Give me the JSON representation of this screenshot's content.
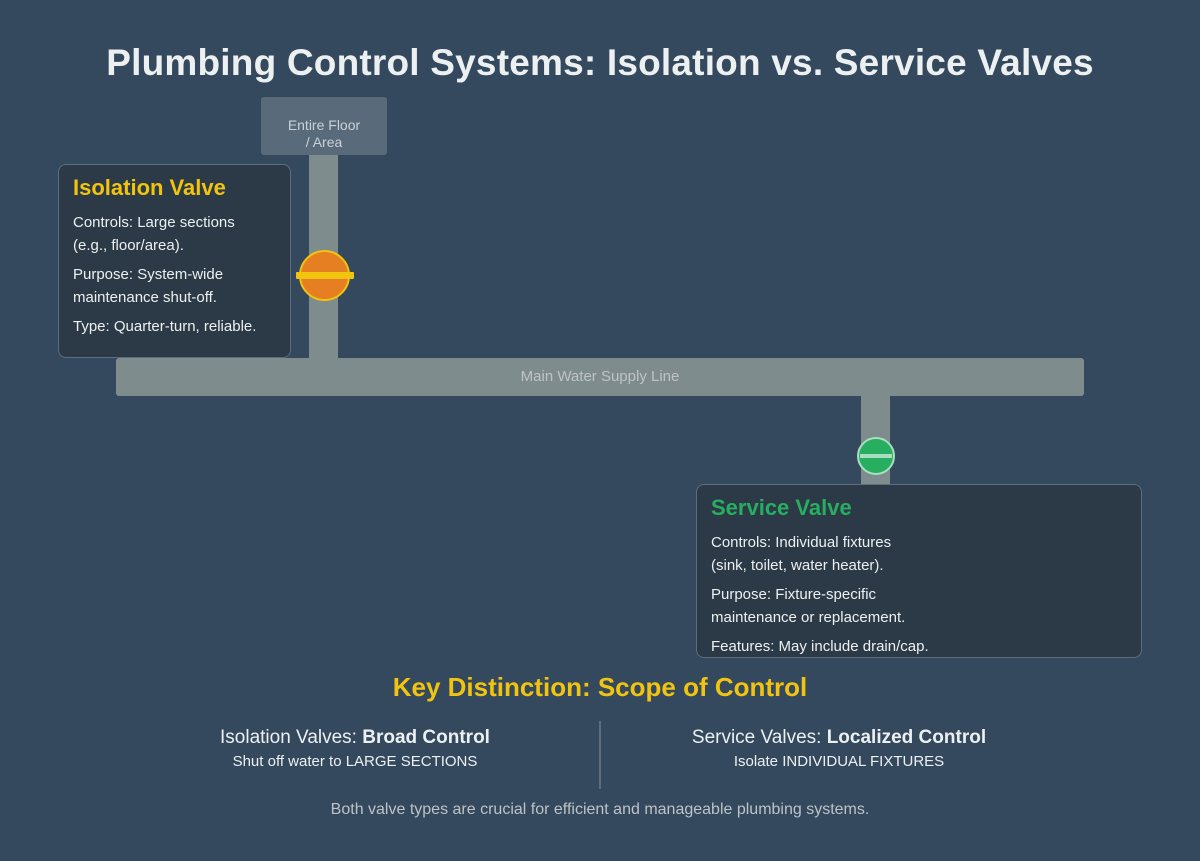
{
  "title": "Plumbing Control Systems: Isolation vs. Service Valves",
  "diagram": {
    "main_line_label": "Main Water Supply Line",
    "area_box": {
      "line1": "Entire Floor",
      "line2": "/ Area"
    }
  },
  "isolation_card": {
    "title": "Isolation Valve",
    "controls_1": "Controls: Large sections",
    "controls_2": "(e.g., floor/area).",
    "purpose_1": "Purpose: System-wide",
    "purpose_2": "maintenance shut-off.",
    "type": "Type: Quarter-turn, reliable."
  },
  "service_card": {
    "title": "Service Valve",
    "controls_1": "Controls: Individual fixtures",
    "controls_2": "(sink, toilet, water heater).",
    "purpose_1": "Purpose: Fixture-specific",
    "purpose_2": "maintenance or replacement.",
    "features": "Features: May include drain/cap."
  },
  "key_distinction": {
    "title": "Key Distinction: Scope of Control",
    "left": {
      "prefix": "Isolation Valves: ",
      "bold": "Broad Control",
      "sub": "Shut off water to LARGE SECTIONS"
    },
    "right": {
      "prefix": "Service Valves: ",
      "bold": "Localized Control",
      "sub": "Isolate INDIVIDUAL FIXTURES"
    }
  },
  "footer": "Both valve types are crucial for efficient and manageable plumbing systems.",
  "colors": {
    "background": "#34495e",
    "pipe": "#7f8c8d",
    "isolation_accent": "#f1c40f",
    "isolation_valve": "#e67e22",
    "service_accent": "#27ae60",
    "card": "#2c3a47"
  }
}
